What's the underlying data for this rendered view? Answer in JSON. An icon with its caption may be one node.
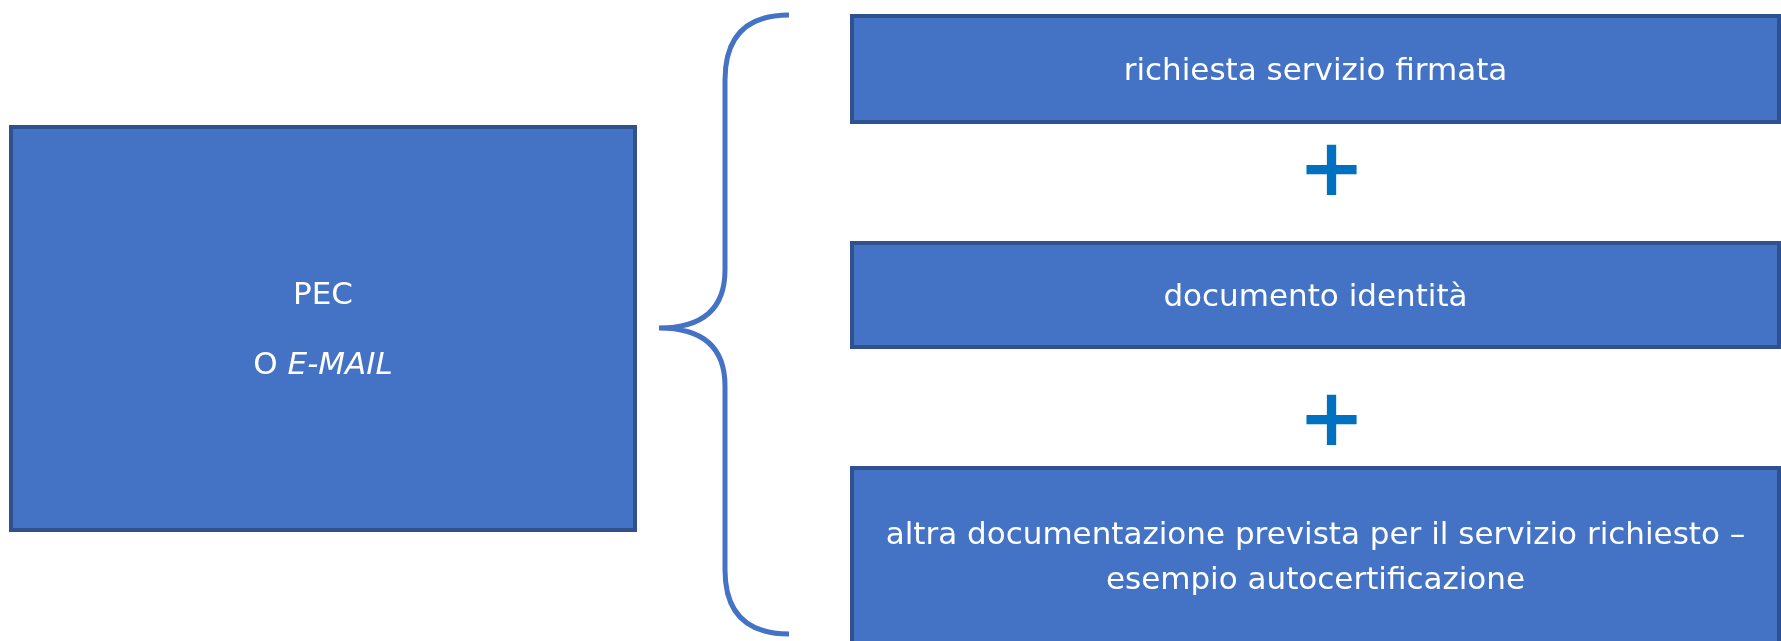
{
  "diagram": {
    "nodes": [
      {
        "text": [
          "PEC",
          "O *E-MAIL*"
        ]
      },
      {
        "text": [
          "richiesta servizio firmata"
        ]
      },
      {
        "text": [
          "documento identità"
        ]
      },
      {
        "text": [
          "altra documentazione prevista per il servizio richiesto – esempio autocertificazione"
        ]
      }
    ],
    "labels": [
      "+",
      "+"
    ]
  }
}
